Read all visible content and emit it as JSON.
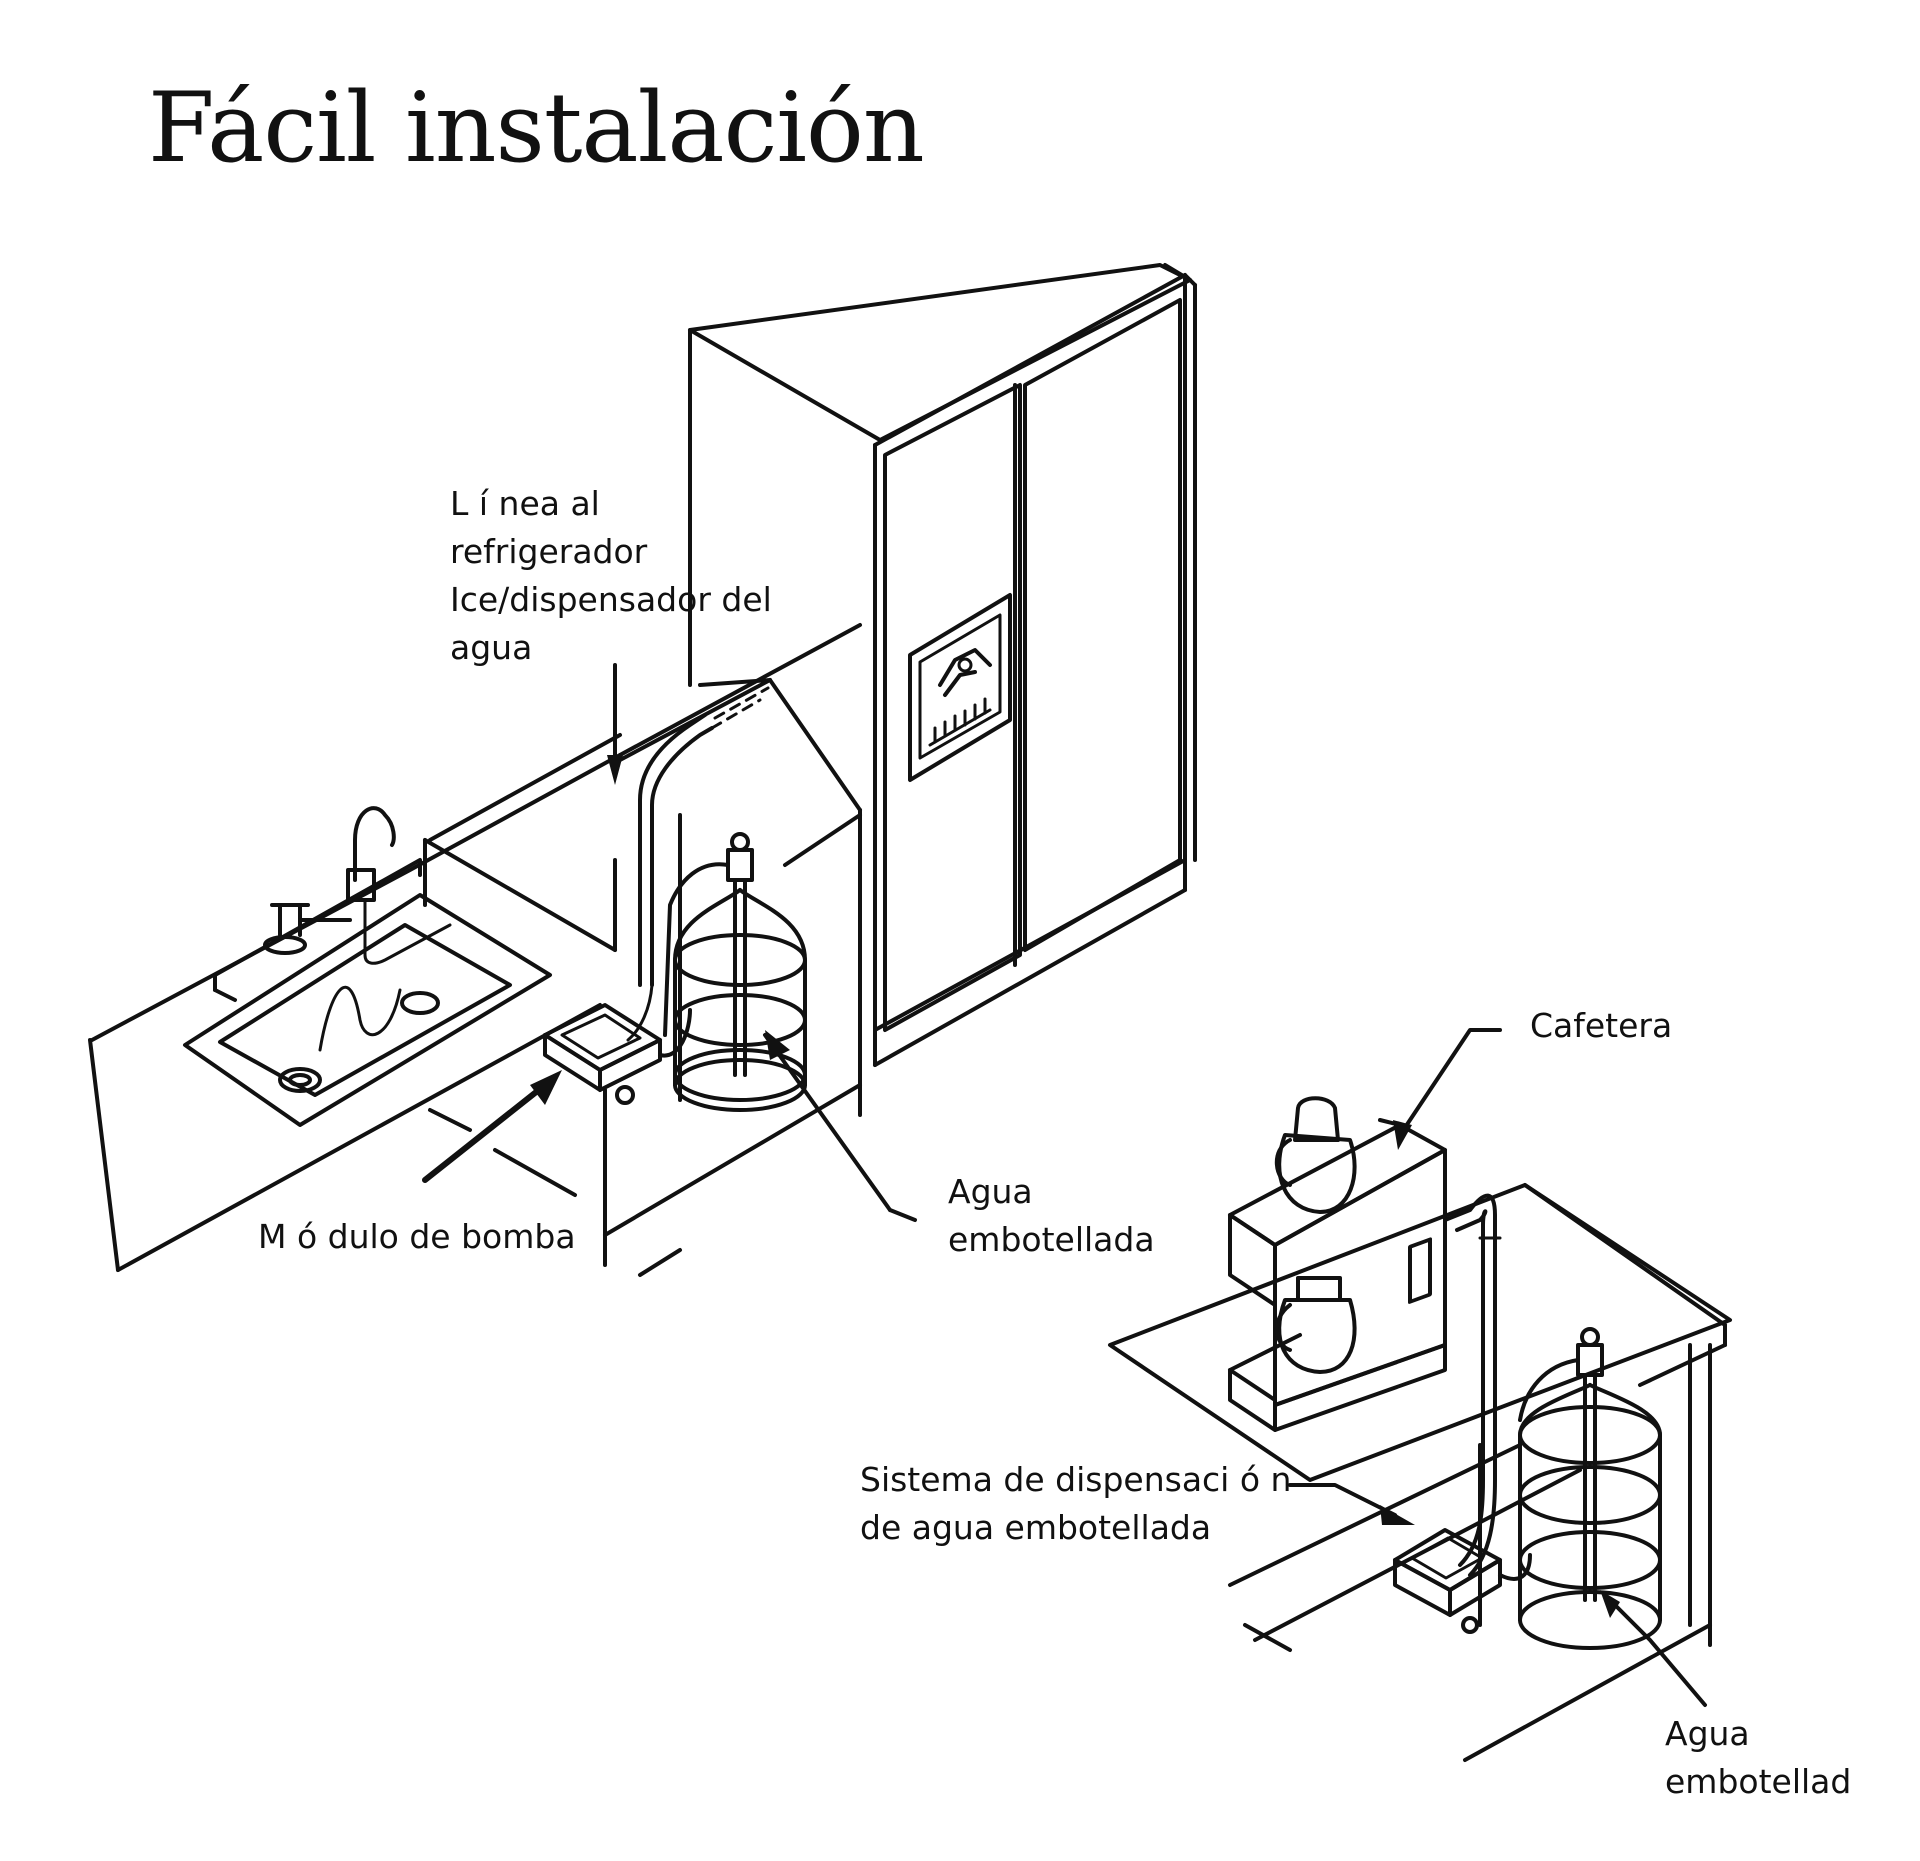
{
  "title": "Fácil instalación",
  "labels": {
    "fridge_line": [
      "L í nea al",
      "refrigerador",
      "Ice/dispensador del",
      "agua"
    ],
    "pump_module": "M ó dulo de bomba",
    "bottled_water_1": [
      "Agua",
      "embotellada"
    ],
    "coffee_maker": "Cafetera",
    "dispensing_system": [
      "Sistema de dispensaci ó n",
      "de agua embotellada"
    ],
    "bottled_water_2": [
      "Agua",
      "embotellad"
    ]
  },
  "colors": {
    "ink": "#111111",
    "background": "#ffffff"
  }
}
